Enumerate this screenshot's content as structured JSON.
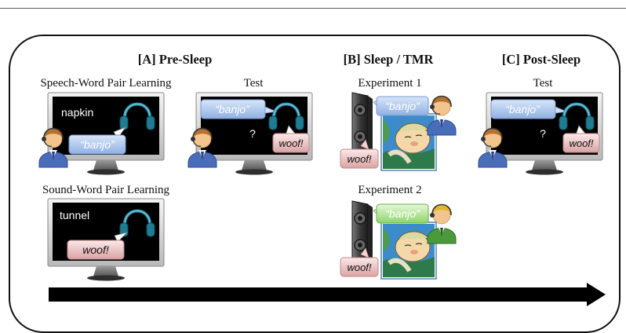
{
  "headings": {
    "pre_sleep": "[A] Pre-Sleep",
    "sleep_tmr": "[B] Sleep / TMR",
    "post_sleep": "[C] Post-Sleep"
  },
  "panels": {
    "speech_learning": {
      "title": "Speech-Word Pair Learning",
      "word": "napkin",
      "cue": "“banjo”"
    },
    "pre_test": {
      "title": "Test",
      "cue": "“banjo”",
      "question": "?",
      "sound": "woof!"
    },
    "sound_learning": {
      "title": "Sound-Word Pair Learning",
      "word": "tunnel",
      "sound": "woof!"
    },
    "experiment1": {
      "title": "Experiment 1",
      "cue": "“banjo”",
      "sound": "woof!"
    },
    "experiment2": {
      "title": "Experiment 2",
      "cue": "“banjo”",
      "sound": "woof!"
    },
    "post_test": {
      "title": "Test",
      "cue": "“banjo”",
      "question": "?",
      "sound": "woof!"
    }
  },
  "colors": {
    "blue_bubble": "#a9c6ef",
    "red_bubble": "#ecc2c2",
    "green_bubble": "#b9e6a2",
    "screen": "#000000",
    "headphones": "#2a8fa8",
    "arrow": "#000000"
  }
}
